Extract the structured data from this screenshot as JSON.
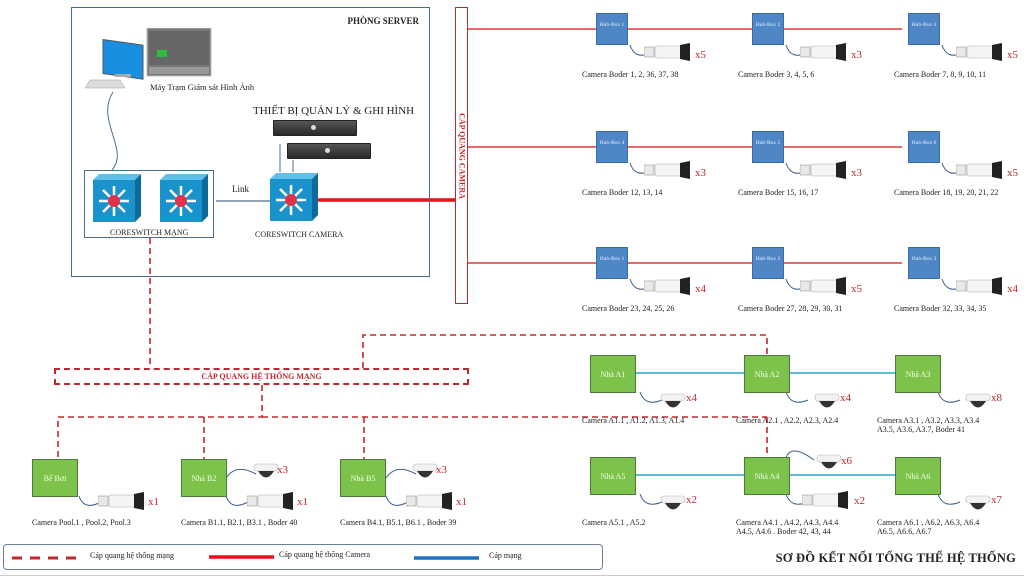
{
  "server_room": {
    "title": "PHÒNG SERVER",
    "workstation_label": "Máy Trạm Giám sát Hình Ảnh",
    "recorder_label": "THIẾT BỊ QUẢN LÝ & GHI HÌNH",
    "link_label": "Link",
    "coreswitch_network_label": "CORESWITCH MẠNG",
    "coreswitch_camera_label": "CORESWITCH CAMERA"
  },
  "camera_fiber_label": "CÁP QUANG CAMERA",
  "network_fiber_label": "CÁP QUANG HỆ THỐNG MẠNG",
  "hub_rows": [
    {
      "hubs": [
        {
          "label": "Hub-Box 1",
          "count": "x5",
          "cameras": "Camera Boder 1, 2, 36, 37, 38"
        },
        {
          "label": "Hub-Box 2",
          "count": "x3",
          "cameras": "Camera Boder 3, 4, 5, 6"
        },
        {
          "label": "Hub-Box 3",
          "count": "x5",
          "cameras": "Camera Boder 7, 8, 9, 10, 11"
        }
      ]
    },
    {
      "hubs": [
        {
          "label": "Hub-Box 4",
          "count": "x3",
          "cameras": "Camera Boder 12, 13, 14"
        },
        {
          "label": "Hub-Box 5",
          "count": "x3",
          "cameras": "Camera Boder 15, 16, 17"
        },
        {
          "label": "Hub-Box 6",
          "count": "x5",
          "cameras": "Camera Boder 18, 19, 20, 21, 22"
        }
      ]
    },
    {
      "hubs": [
        {
          "label": "Hub-Box 1",
          "count": "x4",
          "cameras": "Camera Boder 23, 24, 25, 26"
        },
        {
          "label": "Hub-Box 2",
          "count": "x5",
          "cameras": "Camera Boder 27, 28, 29, 30, 31"
        },
        {
          "label": "Hub-Box 3",
          "count": "x4",
          "cameras": "Camera Boder 32, 33, 34, 35"
        }
      ]
    }
  ],
  "buildings_a": [
    {
      "label": "Nhà A1",
      "count": "x4",
      "cameras": [
        "Camera A1.1 , A1.2, A1.3, A1.4"
      ]
    },
    {
      "label": "Nhà A2",
      "count": "x4",
      "cameras": [
        "Camera A2.1 , A2.2, A2.3, A2.4"
      ]
    },
    {
      "label": "Nhà A3",
      "count": "x8",
      "cameras": [
        "Camera A3.1 , A3.2, A3.3, A3.4",
        "A3.5, A3.6, A3.7, Boder 41"
      ]
    },
    {
      "label": "Nhà A5",
      "count": "x2",
      "cameras": [
        "Camera A5.1 , A5.2"
      ]
    },
    {
      "label": "Nhà A4",
      "count": "x6",
      "count2": "x2",
      "cameras": [
        "Camera A4.1 , A4.2, A4.3, A4.4",
        "A4.5, A4.6 . Boder 42, 43, 44"
      ]
    },
    {
      "label": "Nhà A6",
      "count": "x7",
      "cameras": [
        "Camera A6.1 , A6.2, A6.3, A6.4",
        "A6.5, A6.6, A6.7"
      ]
    }
  ],
  "buildings_b": [
    {
      "label": "Bể Bơi",
      "count2": "x1",
      "cameras": "Camera Pool.1 , Pool.2, Pool.3"
    },
    {
      "label": "Nhà B2",
      "count": "x3",
      "count2": "x1",
      "cameras": "Camera B1.1, B2.1, B3.1 , Boder 40"
    },
    {
      "label": "Nhà B5",
      "count": "x3",
      "count2": "x1",
      "cameras": "Camera B4.1, B5.1, B6.1 , Boder 39"
    }
  ],
  "legend": {
    "network_fiber": "Cáp quang hệ thống mạng",
    "camera_fiber": "Cáp quang hệ thống Camera",
    "network_cable": "Cáp mạng"
  },
  "colors": {
    "fiber_red": "#c0282d",
    "camera_red": "#e8111a",
    "network_blue": "#2aa5d6",
    "hub_blue": "#4f86c6",
    "house_green": "#7dc24b"
  },
  "diagram_title": "SƠ ĐỒ KẾT NỐI TỔNG THỂ HỆ THỐNG"
}
